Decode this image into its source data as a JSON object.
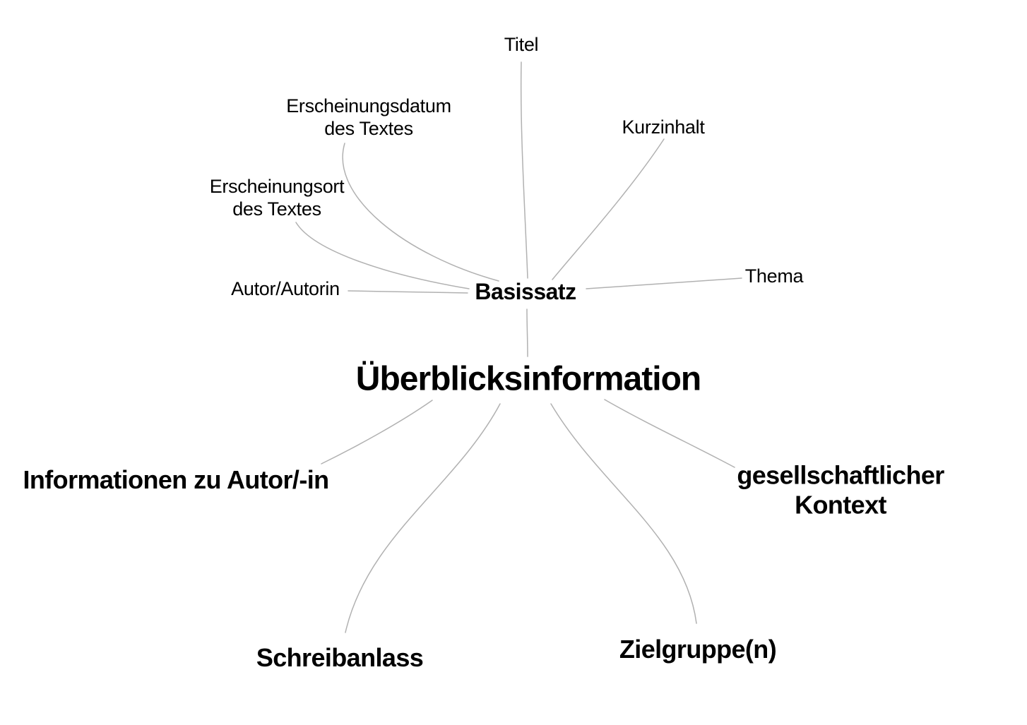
{
  "colors": {
    "background": "#ffffff",
    "text": "#000000",
    "line": "#b1b1b1"
  },
  "mindmap": {
    "root": {
      "label": "Überblicksinformation"
    },
    "basissatz": {
      "label": "Basissatz",
      "children": [
        {
          "id": "titel",
          "label": "Titel"
        },
        {
          "id": "erscheinungsdatum",
          "label": "Erscheinungsdatum\ndes Textes"
        },
        {
          "id": "erscheinungsort",
          "label": "Erscheinungsort\ndes Textes"
        },
        {
          "id": "autor",
          "label": "Autor/Autorin"
        },
        {
          "id": "kurzinhalt",
          "label": "Kurzinhalt"
        },
        {
          "id": "thema",
          "label": "Thema"
        }
      ]
    },
    "branches": [
      {
        "id": "informationen-zu-autor-in",
        "label": "Informationen zu Autor/-in"
      },
      {
        "id": "gesellschaftlicher-kontext",
        "label": "gesellschaftlicher Kontext"
      },
      {
        "id": "schreibanlass",
        "label": "Schreibanlass"
      },
      {
        "id": "zielgruppe-n",
        "label": "Zielgruppe(n)"
      }
    ]
  }
}
